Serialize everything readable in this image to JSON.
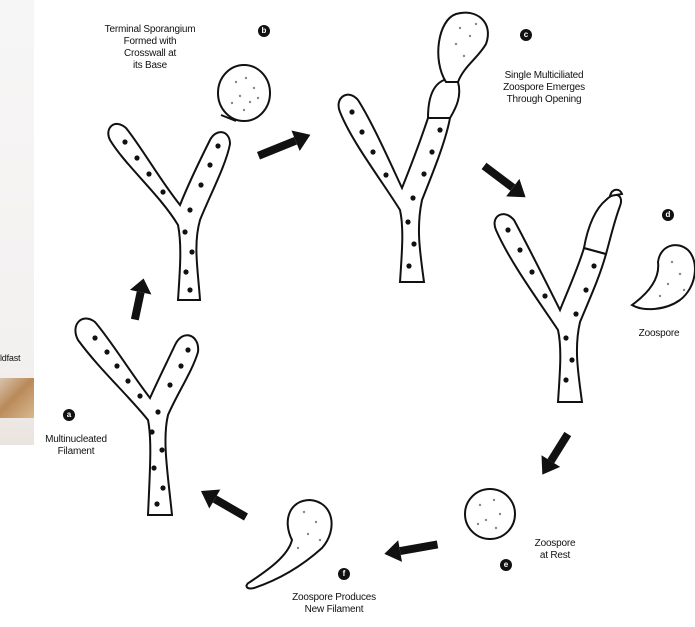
{
  "side_fragment": {
    "text": "ldfast"
  },
  "stages": [
    {
      "id": "a",
      "badge": "a",
      "label": "Multinucleated\nFilament"
    },
    {
      "id": "b",
      "badge": "b",
      "label": "Terminal Sporangium\nFormed with\nCrosswall at\nits Base"
    },
    {
      "id": "c",
      "badge": "c",
      "label": "Single Multiciliated\nZoospore Emerges\nThrough Opening"
    },
    {
      "id": "d",
      "badge": "d",
      "label": "Zoospore"
    },
    {
      "id": "e",
      "badge": "e",
      "label": "Zoospore\nat Rest"
    },
    {
      "id": "f",
      "badge": "f",
      "label": "Zoospore Produces\nNew Filament"
    }
  ]
}
